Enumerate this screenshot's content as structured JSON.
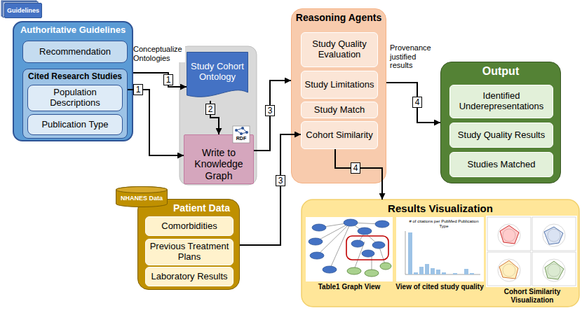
{
  "diagram": {
    "nodes": [
      {
        "text": [
          "Guidelines"
        ]
      },
      {
        "text": [
          "Authoritative Guidelines"
        ]
      },
      {
        "text": [
          "Recommendation"
        ],
        "in": 1
      },
      {
        "text": [
          "Cited Research Studies"
        ],
        "in": 1
      },
      {
        "text": [
          "Population Descriptions"
        ],
        "in": 3
      },
      {
        "text": [
          "Publication Type"
        ],
        "in": 3
      },
      {
        "text": [
          "Study Cohort Ontology"
        ]
      },
      {
        "text": [
          "Write to Knowledge Graph"
        ]
      },
      {
        "text": [
          "Reasoning Agents"
        ]
      },
      {
        "text": [
          "Study Quality Evaluation"
        ],
        "in": 8
      },
      {
        "text": [
          "Study Limitations"
        ],
        "in": 8
      },
      {
        "text": [
          "Study Match"
        ],
        "in": 8
      },
      {
        "text": [
          "Cohort Similarity"
        ],
        "in": 8
      },
      {
        "text": [
          "Output"
        ]
      },
      {
        "text": [
          "Identified Underepresentations"
        ],
        "in": 13
      },
      {
        "text": [
          "Study Quality Results"
        ],
        "in": 13
      },
      {
        "text": [
          "Studies Matched"
        ],
        "in": 13
      },
      {
        "text": [
          "NHANES Data"
        ]
      },
      {
        "text": [
          "Patient Data"
        ]
      },
      {
        "text": [
          "Comorbidities"
        ],
        "in": 18
      },
      {
        "text": [
          "Previous Treatment Plans"
        ],
        "in": 18
      },
      {
        "text": [
          "Laboratory Results"
        ],
        "in": 18
      },
      {
        "text": [
          "Results Visualization"
        ]
      }
    ],
    "edges": [
      {
        "from": 1,
        "to": 6,
        "label": "Conceptualize Ontologies",
        "arrow": "to"
      },
      {
        "from": 3,
        "to": 7,
        "arrow": "to"
      },
      {
        "from": 6,
        "to": 7,
        "arrow": "to"
      },
      {
        "from": 7,
        "to": 8,
        "arrow": "to"
      },
      {
        "from": 18,
        "to": 12,
        "arrow": "to"
      },
      {
        "from": 8,
        "to": 13,
        "label": "Provenance justified results",
        "arrow": "to"
      },
      {
        "from": 12,
        "to": 22,
        "arrow": "to"
      }
    ],
    "labels": [
      "1",
      "1",
      "2",
      "3",
      "3",
      "4",
      "4",
      "RDF",
      "# of citations per PubMed Publication Type",
      "Table1 Graph View",
      "View of cited study quality",
      "Cohort Similarity Visualization"
    ]
  }
}
